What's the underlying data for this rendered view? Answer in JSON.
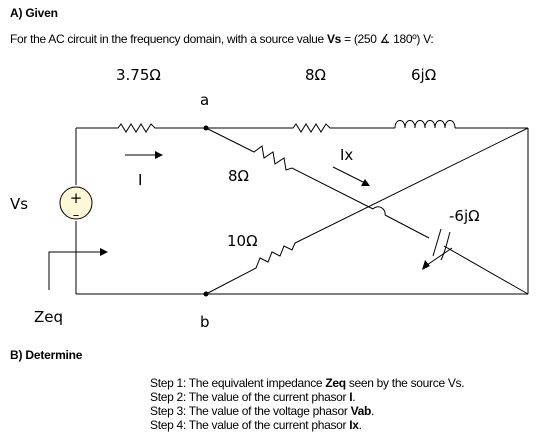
{
  "section_a": {
    "title": "A) Given"
  },
  "intro": {
    "prefix": "For the AC circuit in the frequency domain, with a source value ",
    "source_name": "Vs",
    "suffix": " = (250 ∡ 180º) V:"
  },
  "circuit": {
    "labels": {
      "r_series": "3.75Ω",
      "r_top": "8Ω",
      "l_top": "6jΩ",
      "node_a": "a",
      "node_b": "b",
      "current_ix": "Ix",
      "current_i": "I",
      "r_diag_top": "8Ω",
      "r_diag_bottom": "10Ω",
      "cap": "-6jΩ",
      "source": "Vs",
      "zeq": "Zeq",
      "plus": "+",
      "minus": "–"
    }
  },
  "section_b": {
    "title": "B) Determine"
  },
  "steps": [
    {
      "pre": "Step 1: The equivalent impedance ",
      "bold": "Zeq",
      "post": " seen by the source Vs."
    },
    {
      "pre": "Step 2: The value of the current phasor ",
      "bold": "I",
      "post": "."
    },
    {
      "pre": "Step 3: The value of the voltage phasor ",
      "bold": "Vab",
      "post": "."
    },
    {
      "pre": "Step 4: The value of the current phasor ",
      "bold": "Ix",
      "post": "."
    }
  ]
}
